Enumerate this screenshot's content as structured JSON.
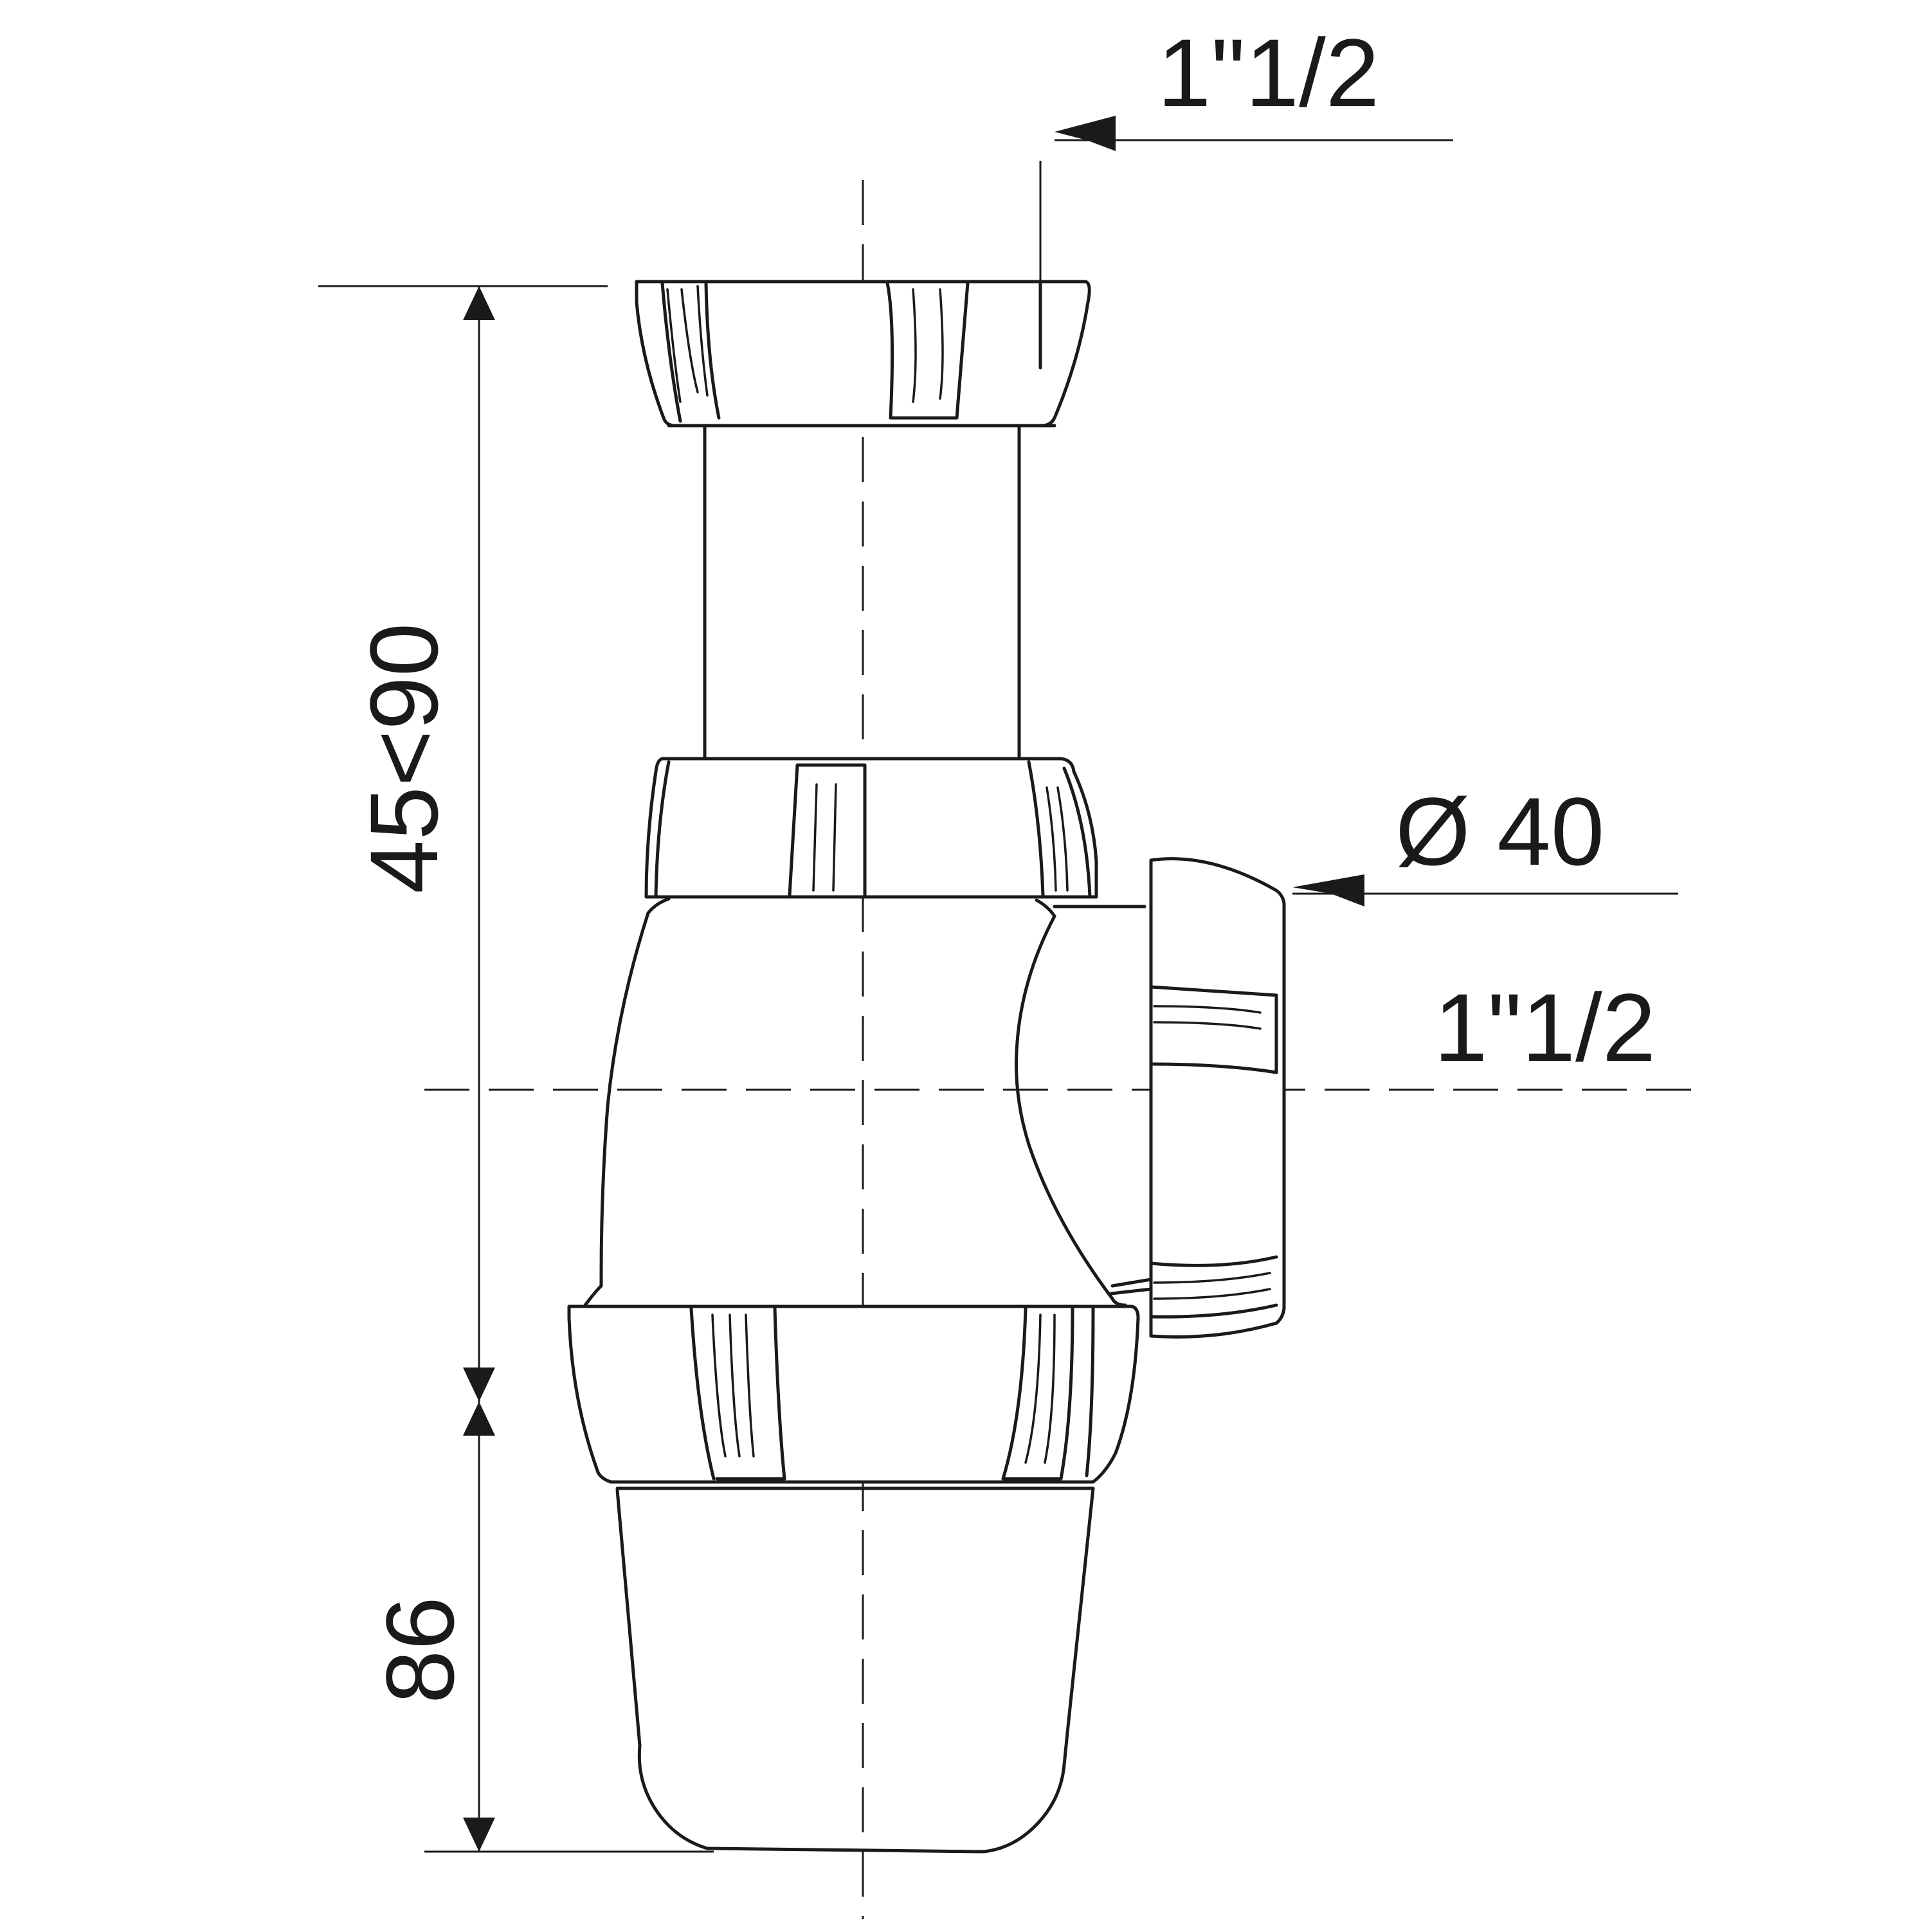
{
  "drawing": {
    "labels": {
      "top_thread": "1\"1/2",
      "outlet_diameter": "Ø 40",
      "outlet_thread": "1\"1/2",
      "adjustable_height": "45<90",
      "bottom_height": "86"
    }
  }
}
